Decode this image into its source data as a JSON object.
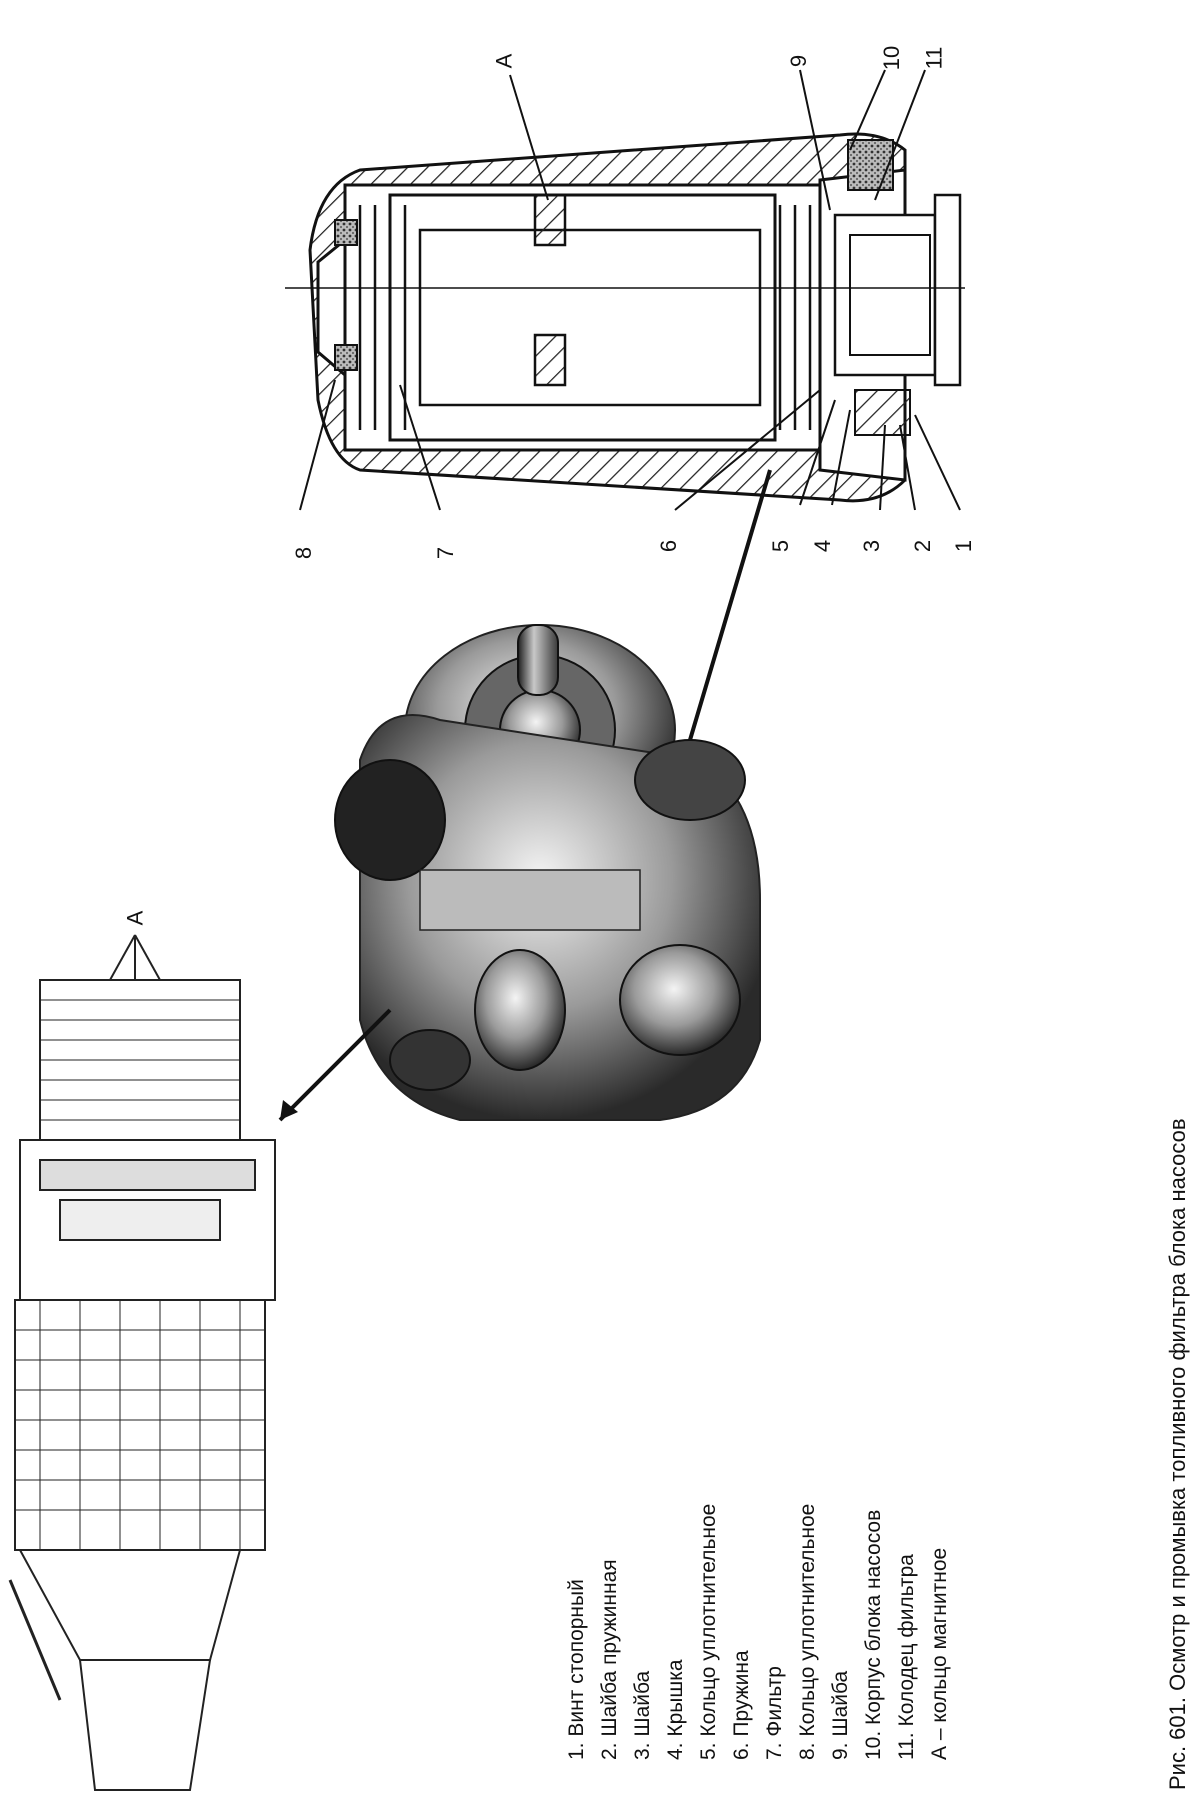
{
  "figure": {
    "caption": "Рис. 601. Осмотр и промывка топливного фильтра блока насосов"
  },
  "legend": [
    "1.   Винт стопорный",
    "2.   Шайба пружинная",
    "3.   Шайба",
    "4.   Крышка",
    "5.   Кольцо уплотнительное",
    "6.   Пружина",
    "7.   Фильтр",
    "8.   Кольцо уплотнительное",
    "9.   Шайба",
    "10. Корпус блока насосов",
    "11. Колодец фильтра",
    "А – кольцо магнитное"
  ],
  "callouts": {
    "c8": "8",
    "c7": "7",
    "c6": "6",
    "c5": "5",
    "c4": "4",
    "c3": "3",
    "c2": "2",
    "c1": "1",
    "c9": "9",
    "c10": "10",
    "c11": "11",
    "cA": "А",
    "cA2": "А"
  }
}
